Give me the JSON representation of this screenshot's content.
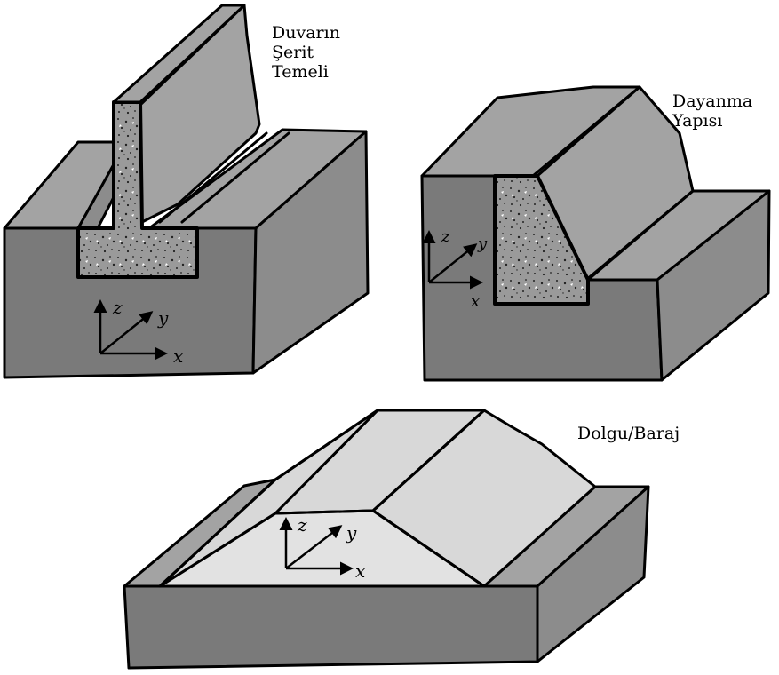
{
  "figure": {
    "labels": {
      "wall_footing": [
        "Duvarın",
        "Şerit",
        "Temeli"
      ],
      "retaining": [
        "Dayanma",
        "Yapısı"
      ],
      "dam": "Dolgu/Baraj"
    },
    "axes": {
      "x": "x",
      "y": "y",
      "z": "z"
    },
    "colors": {
      "ground": "#8c8c8c",
      "concrete": "#9a9a9a",
      "fill": "#d8d8d8",
      "outline": "#000000"
    }
  }
}
